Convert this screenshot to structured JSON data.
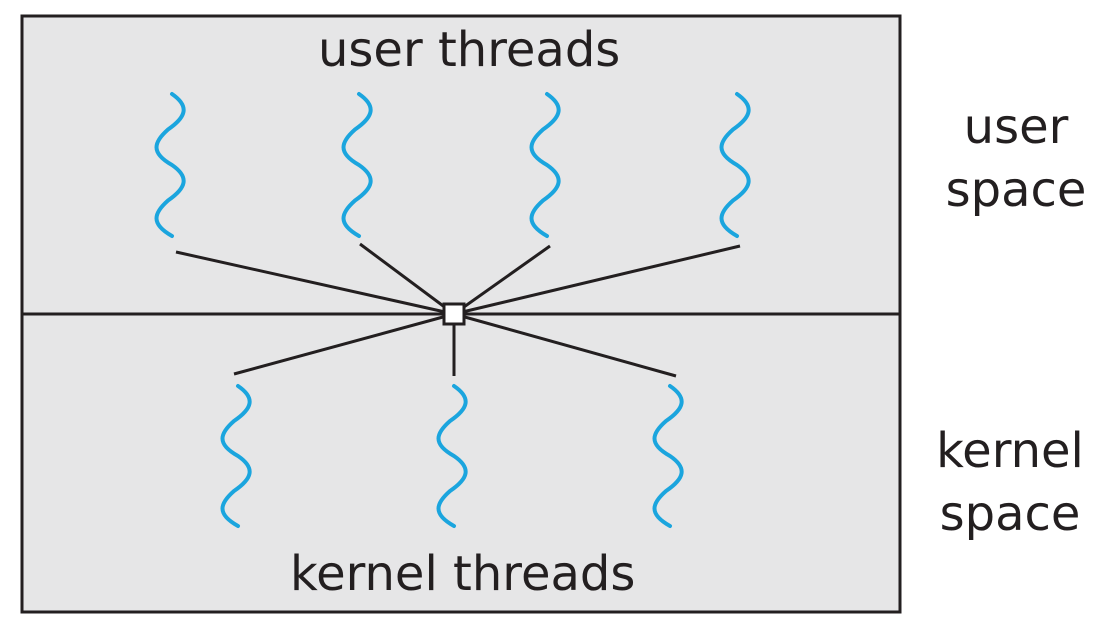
{
  "labels": {
    "user_threads": "user threads",
    "kernel_threads": "kernel threads",
    "user_space": [
      "user",
      "space"
    ],
    "kernel_space": [
      "kernel",
      "space"
    ]
  },
  "colors": {
    "panel_fill": "#e6e6e7",
    "border": "#231f20",
    "thread": "#1ba5de",
    "connector": "#231f20",
    "hub_fill": "#ffffff"
  },
  "model": {
    "user_thread_count": 4,
    "kernel_thread_count": 3
  }
}
